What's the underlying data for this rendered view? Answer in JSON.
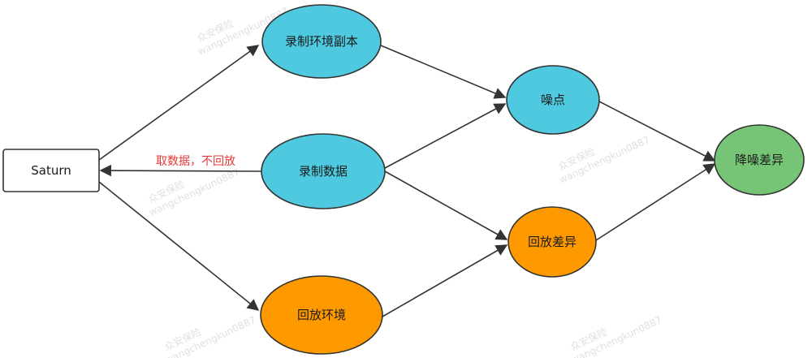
{
  "diagram": {
    "colors": {
      "blue": "#4ec9df",
      "orange": "#ff9900",
      "green": "#76c576",
      "box": "#ffffff",
      "stroke": "#333333",
      "edge_label": "#e53935"
    },
    "nodes": {
      "saturn": {
        "label": "Saturn"
      },
      "record_env": {
        "label": "录制环境副本"
      },
      "record_data": {
        "label": "录制数据"
      },
      "replay_env": {
        "label": "回放环境"
      },
      "noise": {
        "label": "噪点"
      },
      "replay_diff": {
        "label": "回放差异"
      },
      "denoise_diff": {
        "label": "降噪差异"
      }
    },
    "edges": [
      {
        "from": "saturn",
        "to": "record_env"
      },
      {
        "from": "saturn",
        "to": "replay_env"
      },
      {
        "from": "record_data",
        "to": "saturn",
        "label": "取数据，不回放"
      },
      {
        "from": "record_env",
        "to": "noise"
      },
      {
        "from": "record_data",
        "to": "noise"
      },
      {
        "from": "record_data",
        "to": "replay_diff"
      },
      {
        "from": "replay_env",
        "to": "replay_diff"
      },
      {
        "from": "noise",
        "to": "denoise_diff"
      },
      {
        "from": "replay_diff",
        "to": "denoise_diff"
      }
    ],
    "watermarks": [
      {
        "line1": "众安保险",
        "line2": "wangchengkun0887"
      },
      {
        "line1": "众安保险",
        "line2": "wangchengkun0887"
      },
      {
        "line1": "众安保险",
        "line2": "wangchengkun0887"
      },
      {
        "line1": "众安保险",
        "line2": "wangchengkun0887"
      },
      {
        "line1": "众安保险",
        "line2": "wangchengkun0887"
      }
    ]
  }
}
